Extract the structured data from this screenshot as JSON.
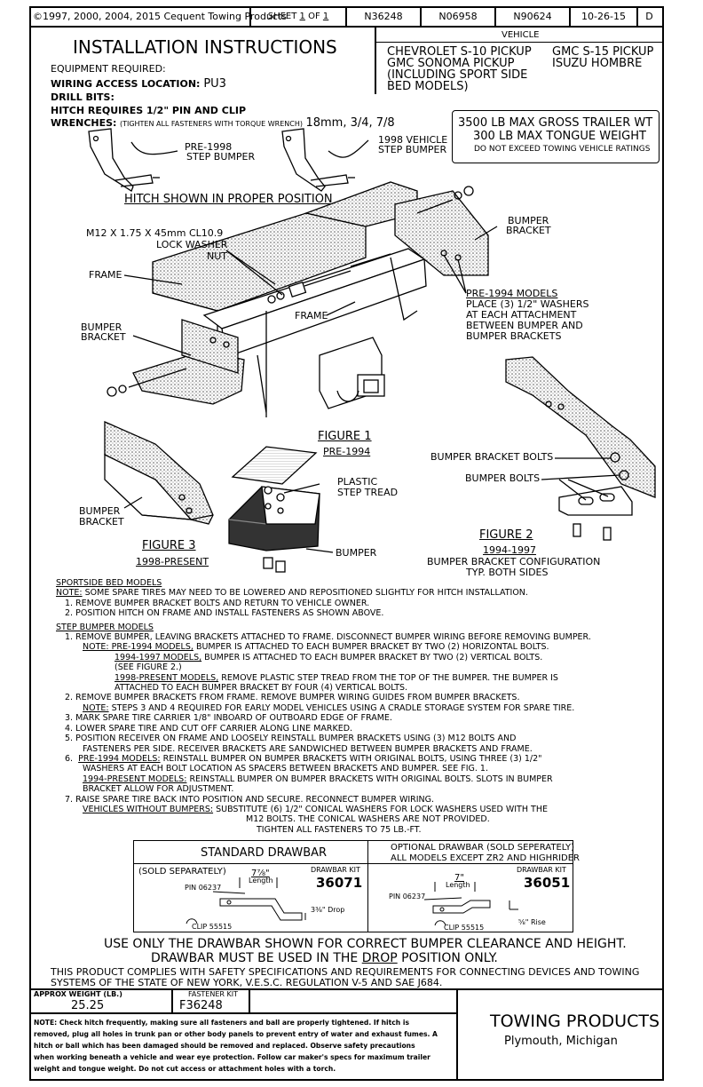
{
  "header": {
    "copyright": "©1997, 2000, 2004, 2015 Cequent Towing Products",
    "sheet_label": "SHEET",
    "sheet_num": "1",
    "of_label": "OF",
    "sheet_total": "1",
    "part1": "N36248",
    "part2": "N06958",
    "part3": "N90624",
    "date": "10-26-15",
    "rev": "D"
  },
  "title": "INSTALLATION INSTRUCTIONS",
  "equipment": {
    "required": "EQUIPMENT REQUIRED:",
    "wiring_label": "WIRING ACCESS LOCATION:",
    "wiring_value": "PU3",
    "drill": "DRILL BITS:",
    "hitch_pin": "HITCH REQUIRES 1/2\" PIN AND CLIP",
    "wrenches_label": "WRENCHES:",
    "wrenches_note": "(TIGHTEN ALL FASTENERS WITH TORQUE WRENCH)",
    "wrenches_value": "18mm, 3/4, 7/8"
  },
  "vehicle": {
    "header": "VEHICLE",
    "line1a": "CHEVROLET S-10 PICKUP",
    "line1b": "GMC S-15 PICKUP",
    "line2a": "GMC SONOMA PICKUP",
    "line2b": "ISUZU HOMBRE",
    "line3": "(INCLUDING SPORT SIDE",
    "line4": "BED MODELS)"
  },
  "capacity": {
    "line1": "3500 LB MAX GROSS TRAILER WT",
    "line2": "300 LB MAX TONGUE WEIGHT",
    "line3": "DO NOT EXCEED TOWING VEHICLE RATINGS"
  },
  "diagram": {
    "pre1998": "PRE-1998",
    "step_bumper": "STEP BUMPER",
    "v1998": "1998 VEHICLE",
    "step_bumper2": "STEP BUMPER",
    "hitch_shown": "HITCH SHOWN IN PROPER POSITION",
    "bolt_spec": "M12 X 1.75 X 45mm CL10.9",
    "lock_washer": "LOCK WASHER",
    "nut": "NUT",
    "frame1": "FRAME",
    "frame2": "FRAME",
    "bumper_bracket_l1": "BUMPER",
    "bumper_bracket_l2": "BRACKET",
    "bumper_bracket_r1": "BUMPER",
    "bumper_bracket_r2": "BRACKET",
    "pre1994_models": "PRE-1994 MODELS",
    "place_washers1": "PLACE (3) 1/2\" WASHERS",
    "place_washers2": "AT EACH ATTACHMENT",
    "place_washers3": "BETWEEN BUMPER AND",
    "place_washers4": "BUMPER BRACKETS",
    "figure1": "FIGURE 1",
    "figure1_sub": "PRE-1994",
    "plastic1": "PLASTIC",
    "plastic2": "STEP TREAD",
    "bumper": "BUMPER",
    "fig3_bb1": "BUMPER",
    "fig3_bb2": "BRACKET",
    "figure3": "FIGURE 3",
    "figure3_sub": "1998-PRESENT",
    "bumper_bracket_bolts": "BUMPER BRACKET BOLTS",
    "bumper_bolts": "BUMPER BOLTS",
    "figure2": "FIGURE 2",
    "figure2_sub": "1994-1997",
    "figure2_l1": "BUMPER BRACKET CONFIGURATION",
    "figure2_l2": "TYP. BOTH SIDES"
  },
  "instructions": {
    "sportside_title": "SPORTSIDE BED MODELS",
    "sportside_note_label": "NOTE:",
    "sportside_note": "SOME SPARE TIRES MAY NEED TO BE LOWERED AND REPOSITIONED SLIGHTLY FOR HITCH INSTALLATION.",
    "ss1": "1. REMOVE BUMPER BRACKET BOLTS AND RETURN TO VEHICLE OWNER.",
    "ss2": "2. POSITION HITCH ON FRAME AND INSTALL FASTENERS AS SHOWN ABOVE.",
    "step_title": "STEP BUMPER MODELS",
    "s1": "1.  REMOVE BUMPER, LEAVING BRACKETS ATTACHED TO FRAME.  DISCONNECT BUMPER WIRING BEFORE REMOVING BUMPER.",
    "s1n_label": "NOTE: PRE-1994 MODELS,",
    "s1n": "BUMPER IS ATTACHED TO EACH BUMPER BRACKET BY TWO (2) HORIZONTAL BOLTS.",
    "s1b_label": "1994-1997 MODELS,",
    "s1b": "BUMPER IS ATTACHED TO EACH BUMPER BRACKET BY TWO (2) VERTICAL BOLTS.",
    "s1c": "(SEE FIGURE 2.)",
    "s1d_label": "1998-PRESENT MODELS,",
    "s1d": "REMOVE PLASTIC STEP TREAD FROM THE TOP OF THE BUMPER.  THE BUMPER IS",
    "s1e": "ATTACHED TO EACH BUMPER BRACKET BY FOUR (4) VERTICAL BOLTS.",
    "s2": "2.  REMOVE BUMPER BRACKETS FROM FRAME.  REMOVE BUMPER WIRING GUIDES FROM BUMPER BRACKETS.",
    "s2n_label": "NOTE:",
    "s2n": "STEPS 3 AND 4 REQUIRED FOR EARLY MODEL VEHICLES USING A CRADLE STORAGE SYSTEM FOR SPARE TIRE.",
    "s3": "3.  MARK SPARE TIRE CARRIER 1/8\" INBOARD OF OUTBOARD EDGE OF FRAME.",
    "s4": "4.  LOWER SPARE TIRE AND CUT OFF CARRIER ALONG LINE MARKED.",
    "s5": "5.  POSITION RECEIVER ON FRAME AND LOOSELY REINSTALL BUMPER BRACKETS USING (3) M12 BOLTS AND",
    "s5b": "FASTENERS PER SIDE.  RECEIVER BRACKETS ARE SANDWICHED BETWEEN BUMPER BRACKETS AND FRAME.",
    "s6_label": "PRE-1994 MODELS:",
    "s6": "REINSTALL BUMPER ON BUMPER BRACKETS WITH ORIGINAL BOLTS, USING THREE (3) 1/2\"",
    "s6b": "WASHERS AT EACH BOLT LOCATION AS SPACERS BETWEEN BRACKETS AND BUMPER.  SEE FIG. 1.",
    "s6c_label": "1994-PRESENT MODELS:",
    "s6c": "REINSTALL BUMPER ON BUMPER BRACKETS WITH ORIGINAL BOLTS. SLOTS IN BUMPER",
    "s6d": "BRACKET ALLOW FOR ADJUSTMENT.",
    "s7": "7.  RAISE SPARE TIRE BACK INTO POSITION AND SECURE.  RECONNECT BUMPER WIRING.",
    "s7n_label": "VEHICLES WITHOUT BUMPERS:",
    "s7n": "SUBSTITUTE (6) 1/2\" CONICAL WASHERS FOR LOCK WASHERS USED WITH THE",
    "s7o": "M12 BOLTS.  THE CONICAL WASHERS ARE NOT PROVIDED.",
    "torque": "TIGHTEN ALL FASTENERS TO 75 LB.-FT."
  },
  "drawbar": {
    "std_title": "STANDARD DRAWBAR",
    "std_sold": "(SOLD SEPARATELY)",
    "std_length_val": "7⅞\"",
    "std_length": "Length",
    "std_kit_label": "DRAWBAR KIT",
    "std_kit": "36071",
    "std_pin": "PIN 06237",
    "std_drop": "3⅜\" Drop",
    "std_clip": "CLIP 55515",
    "opt_title1": "OPTIONAL DRAWBAR (SOLD SEPERATELY)",
    "opt_title2": "ALL MODELS EXCEPT ZR2 AND HIGHRIDER",
    "opt_length_val": "7\"",
    "opt_length": "Length",
    "opt_kit_label": "DRAWBAR KIT",
    "opt_kit": "36051",
    "opt_pin": "PIN 06237",
    "opt_rise": "⅝\" Rise",
    "opt_clip": "CLIP 55515"
  },
  "footer": {
    "use_only": "USE ONLY THE DRAWBAR SHOWN FOR CORRECT BUMPER CLEARANCE AND HEIGHT.",
    "drop_pre": "DRAWBAR MUST BE USED IN THE",
    "drop_word": "DROP",
    "drop_post": "POSITION ONLY.",
    "complies1": "THIS PRODUCT COMPLIES WITH SAFETY SPECIFICATIONS AND REQUIREMENTS FOR CONNECTING DEVICES AND TOWING",
    "complies2": "SYSTEMS OF THE STATE OF NEW YORK, V.E.S.C. REGULATION V-5 AND SAE J684.",
    "weight_label": "APPROX WEIGHT (LB.)",
    "weight": "25.25",
    "fastener_label": "FASTENER KIT",
    "fastener": "F36248",
    "note1": "NOTE: Check hitch frequently, making sure all fasteners and ball are properly tightened. If hitch is",
    "note2": "removed, plug all holes in trunk pan or other body panels to prevent entry of water and exhaust fumes. A",
    "note3": "hitch or ball which has been damaged should be removed and replaced. Observe safety precautions",
    "note4": "when working beneath a vehicle and wear eye protection. Follow car maker's specs for maximum trailer",
    "note5": "weight and tongue weight. Do not cut access or attachment holes with a torch.",
    "company": "TOWING PRODUCTS",
    "city": "Plymouth, Michigan"
  }
}
